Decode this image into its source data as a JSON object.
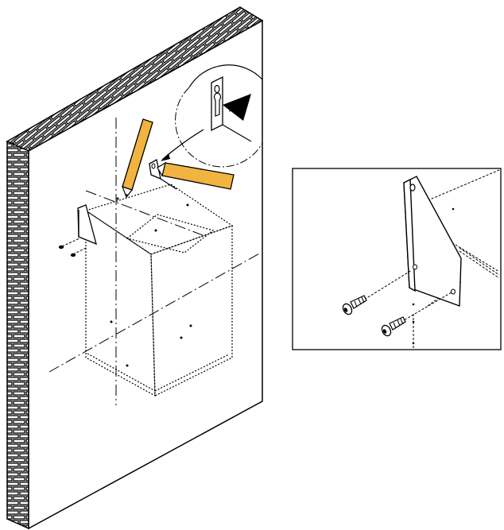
{
  "diagram": {
    "colors": {
      "ink": "#000000",
      "paper": "#ffffff",
      "pencil": "#f2b440"
    },
    "elements": [
      "brick-wall",
      "wall-face",
      "cabinet-dotted-outline",
      "centerline-vertical",
      "centerline-horizontal",
      "pencil-left",
      "pencil-right",
      "mounting-bracket-left",
      "mounting-bracket-right",
      "detail-circle-keyhole",
      "detail-leader-arrow",
      "inset-bracket-screws"
    ]
  }
}
